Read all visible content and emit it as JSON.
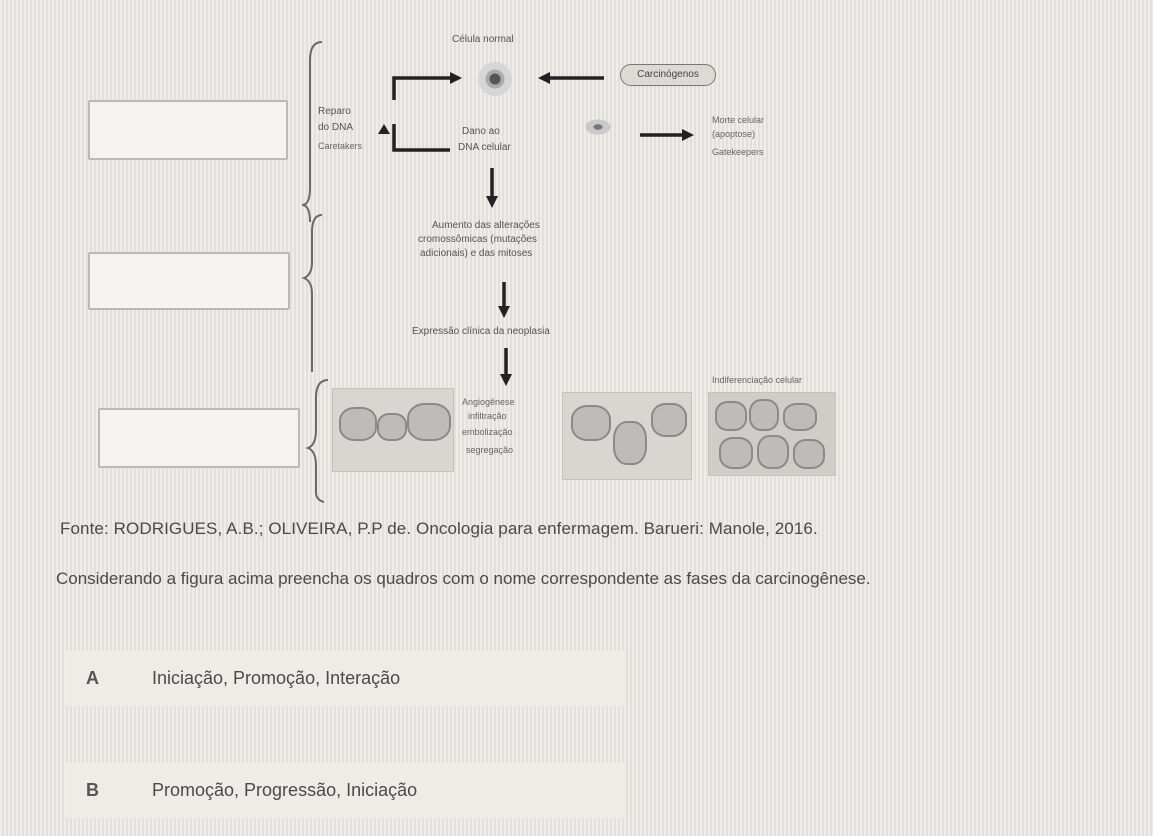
{
  "figure": {
    "cell_normal_label": "Célula normal",
    "carcinogens_label": "Carcinógenos",
    "repair_label_line1": "Reparo",
    "repair_label_line2": "do DNA",
    "repair_label_line3": "Caretakers",
    "damage_label_line1": "Dano ao",
    "damage_label_line2": "DNA celular",
    "death_label_line1": "Morte celular",
    "death_label_line2": "(apoptose)",
    "death_label_line3": "Gatekeepers",
    "increase_line1": "Aumento das alterações",
    "increase_line2": "cromossômicas (mutações",
    "increase_line3": "adicionais) e das mitoses",
    "clinical_expression": "Expressão clínica da neoplasia",
    "tissue_terms": [
      "Angiogênese",
      "infiltração",
      "embolização",
      "segregação"
    ],
    "undifferentiation": "Indiferenciação celular"
  },
  "source_text": "Fonte: RODRIGUES, A.B.; OLIVEIRA, P.P de. Oncologia para enfermagem. Barueri: Manole, 2016.",
  "question_text": "Considerando a figura acima preencha os quadros com o nome correspondente as fases da carcinogênese.",
  "options": [
    {
      "letter": "A",
      "text": "Iniciação, Promoção, Interação"
    },
    {
      "letter": "B",
      "text": "Promoção, Progressão, Iniciação"
    }
  ],
  "colors": {
    "background": "#e9e7e2",
    "box_border": "#b9b9b9",
    "text": "#4a4a4a"
  }
}
